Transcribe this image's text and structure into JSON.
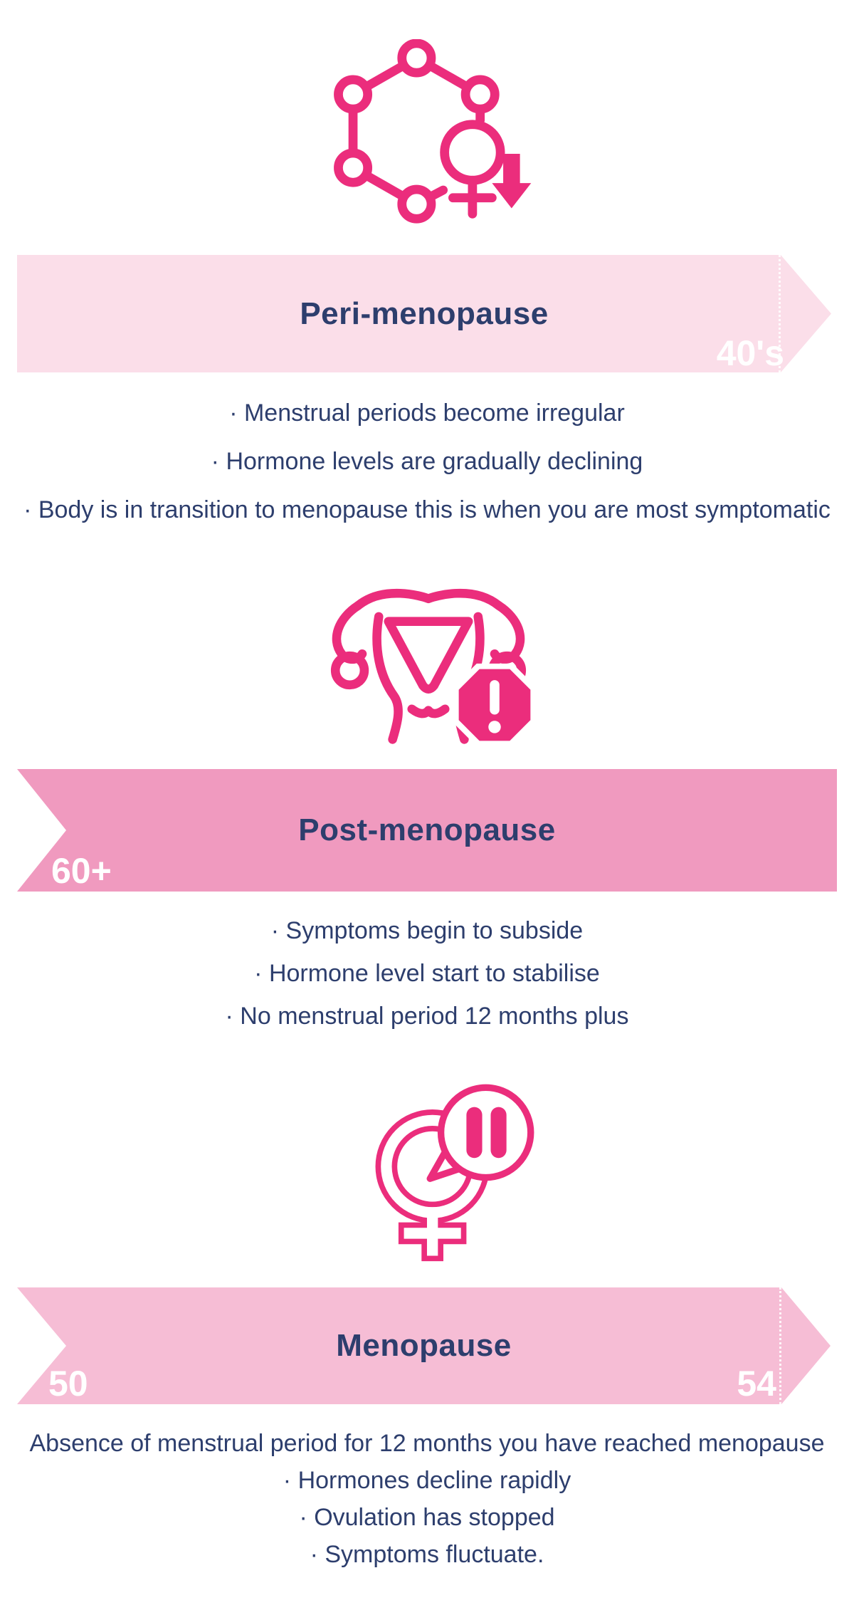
{
  "colors": {
    "pink_icon": "#EB2D7C",
    "navy": "#2D3E6D",
    "banner_peri": "#FBDEE9",
    "banner_post": "#F09ABF",
    "banner_meno": "#F6BDD5",
    "age_white": "#FFFFFF"
  },
  "sections": {
    "peri": {
      "title": "Peri-menopause",
      "age_right": "40's",
      "icon": "hormone-decline-icon",
      "bullets": [
        "· Menstrual periods become irregular",
        "· Hormone levels are gradually declining",
        "· Body is in transition to menopause this is when you are most symptomatic"
      ]
    },
    "post": {
      "title": "Post-menopause",
      "age_left": "60+",
      "icon": "uterus-alert-icon",
      "bullets": [
        "· Symptoms begin to subside",
        "· Hormone level start to stabilise",
        "· No menstrual period 12 months plus"
      ]
    },
    "meno": {
      "title": "Menopause",
      "age_left": "50",
      "age_right": "54",
      "icon": "female-pause-icon",
      "bullets": [
        "Absence of menstrual period for 12 months you have reached menopause",
        "· Hormones decline rapidly",
        "· Ovulation has stopped",
        "· Symptoms fluctuate."
      ]
    }
  }
}
